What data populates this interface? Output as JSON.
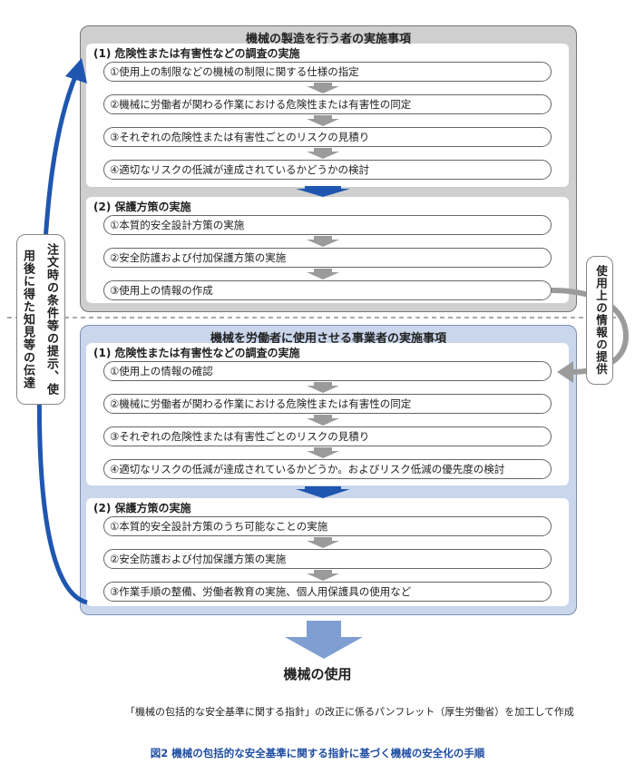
{
  "manufacturer": {
    "title": "機械の製造を行う者の実施事項",
    "section1": {
      "title": "(1) 危険性または有害性などの調査の実施",
      "steps": [
        "①使用上の制限などの機械の制限に関する仕様の指定",
        "②機械に労働者が関わる作業における危険性または有害性の同定",
        "③それぞれの危険性または有害性ごとのリスクの見積り",
        "④適切なリスクの低減が達成されているかどうかの検討"
      ]
    },
    "section2": {
      "title": "(2) 保護方策の実施",
      "steps": [
        "①本質的安全設計方策の実施",
        "②安全防護および付加保護方策の実施",
        "③使用上の情報の作成"
      ]
    }
  },
  "employer": {
    "title": "機械を労働者に使用させる事業者の実施事項",
    "section1": {
      "title": "(1) 危険性または有害性などの調査の実施",
      "steps": [
        "①使用上の情報の確認",
        "②機械に労働者が関わる作業における危険性または有害性の同定",
        "③それぞれの危険性または有害性ごとのリスクの見積り",
        "④適切なリスクの低減が達成されているかどうか。およびリスク低減の優先度の検討"
      ]
    },
    "section2": {
      "title": "(2) 保護方策の実施",
      "steps": [
        "①本質的安全設計方策のうち可能なことの実施",
        "②安全防護および付加保護方策の実施",
        "③作業手順の整備、労働者教育の実施、個人用保護具の使用など"
      ]
    }
  },
  "left_label": "注文時の条件等の提示、使用後に得た知見等の伝達",
  "right_label": "使用上の情報の提供",
  "machine_use": "機械の使用",
  "source_note": "「機械の包括的な安全基準に関する指針」の改正に係るパンフレット（厚生労働省）を加工して作成",
  "figure_caption": "図2 機械の包括的な安全基準に関する指針に基づく機械の安全化の手順",
  "colors": {
    "manufacturer_panel": "#cfcfcf",
    "employer_panel": "#c9d6ec",
    "accent_blue": "#1f56b0",
    "arrow_gray": "#9b9b9b",
    "down_arrow_light": "#7f9fd2"
  }
}
